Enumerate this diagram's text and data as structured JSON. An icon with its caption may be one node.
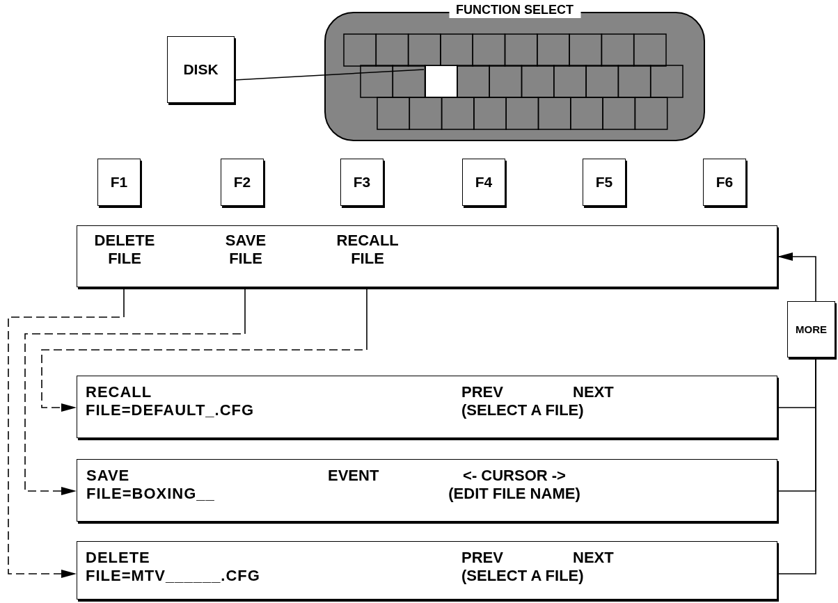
{
  "diagram": {
    "nodes": [
      {
        "text": [
          "DISK"
        ]
      },
      {
        "text": [
          "FUNCTION SELECT"
        ]
      },
      {
        "text": [],
        "shape": "box",
        "in": 1
      },
      {
        "text": [
          "F1"
        ]
      },
      {
        "text": [
          "F2"
        ]
      },
      {
        "text": [
          "F3"
        ]
      },
      {
        "text": [
          "F4"
        ]
      },
      {
        "text": [
          "F5"
        ]
      },
      {
        "text": [
          "F6"
        ]
      },
      {
        "text": [
          "DELETE FILE",
          "SAVE FILE",
          "RECALL FILE"
        ]
      },
      {
        "text": [
          "MORE"
        ]
      },
      {
        "text": [
          "RECALL FILE=DEFAULT_.CFG",
          "PREV",
          "NEXT",
          "(SELECT A FILE)"
        ]
      },
      {
        "text": [
          "SAVE FILE=BOXING__",
          "EVENT",
          "<- CURSOR -> (EDIT FILE NAME)"
        ]
      },
      {
        "text": [
          "DELETE FILE=MTV______.CFG",
          "PREV",
          "NEXT",
          "(SELECT A FILE)"
        ]
      }
    ],
    "edges": [
      {
        "from": 0,
        "to": 2,
        "arrow": "none"
      },
      {
        "from": 9,
        "to": 11,
        "arrow": "to",
        "style": "dashed"
      },
      {
        "from": 9,
        "to": 12,
        "arrow": "to",
        "style": "dashed"
      },
      {
        "from": 9,
        "to": 13,
        "arrow": "to",
        "style": "dashed"
      },
      {
        "from": 11,
        "to": 10,
        "arrow": "none"
      },
      {
        "from": 12,
        "to": 10,
        "arrow": "none"
      },
      {
        "from": 13,
        "to": 10,
        "arrow": "none"
      },
      {
        "from": 10,
        "to": 9,
        "arrow": "to"
      }
    ]
  }
}
